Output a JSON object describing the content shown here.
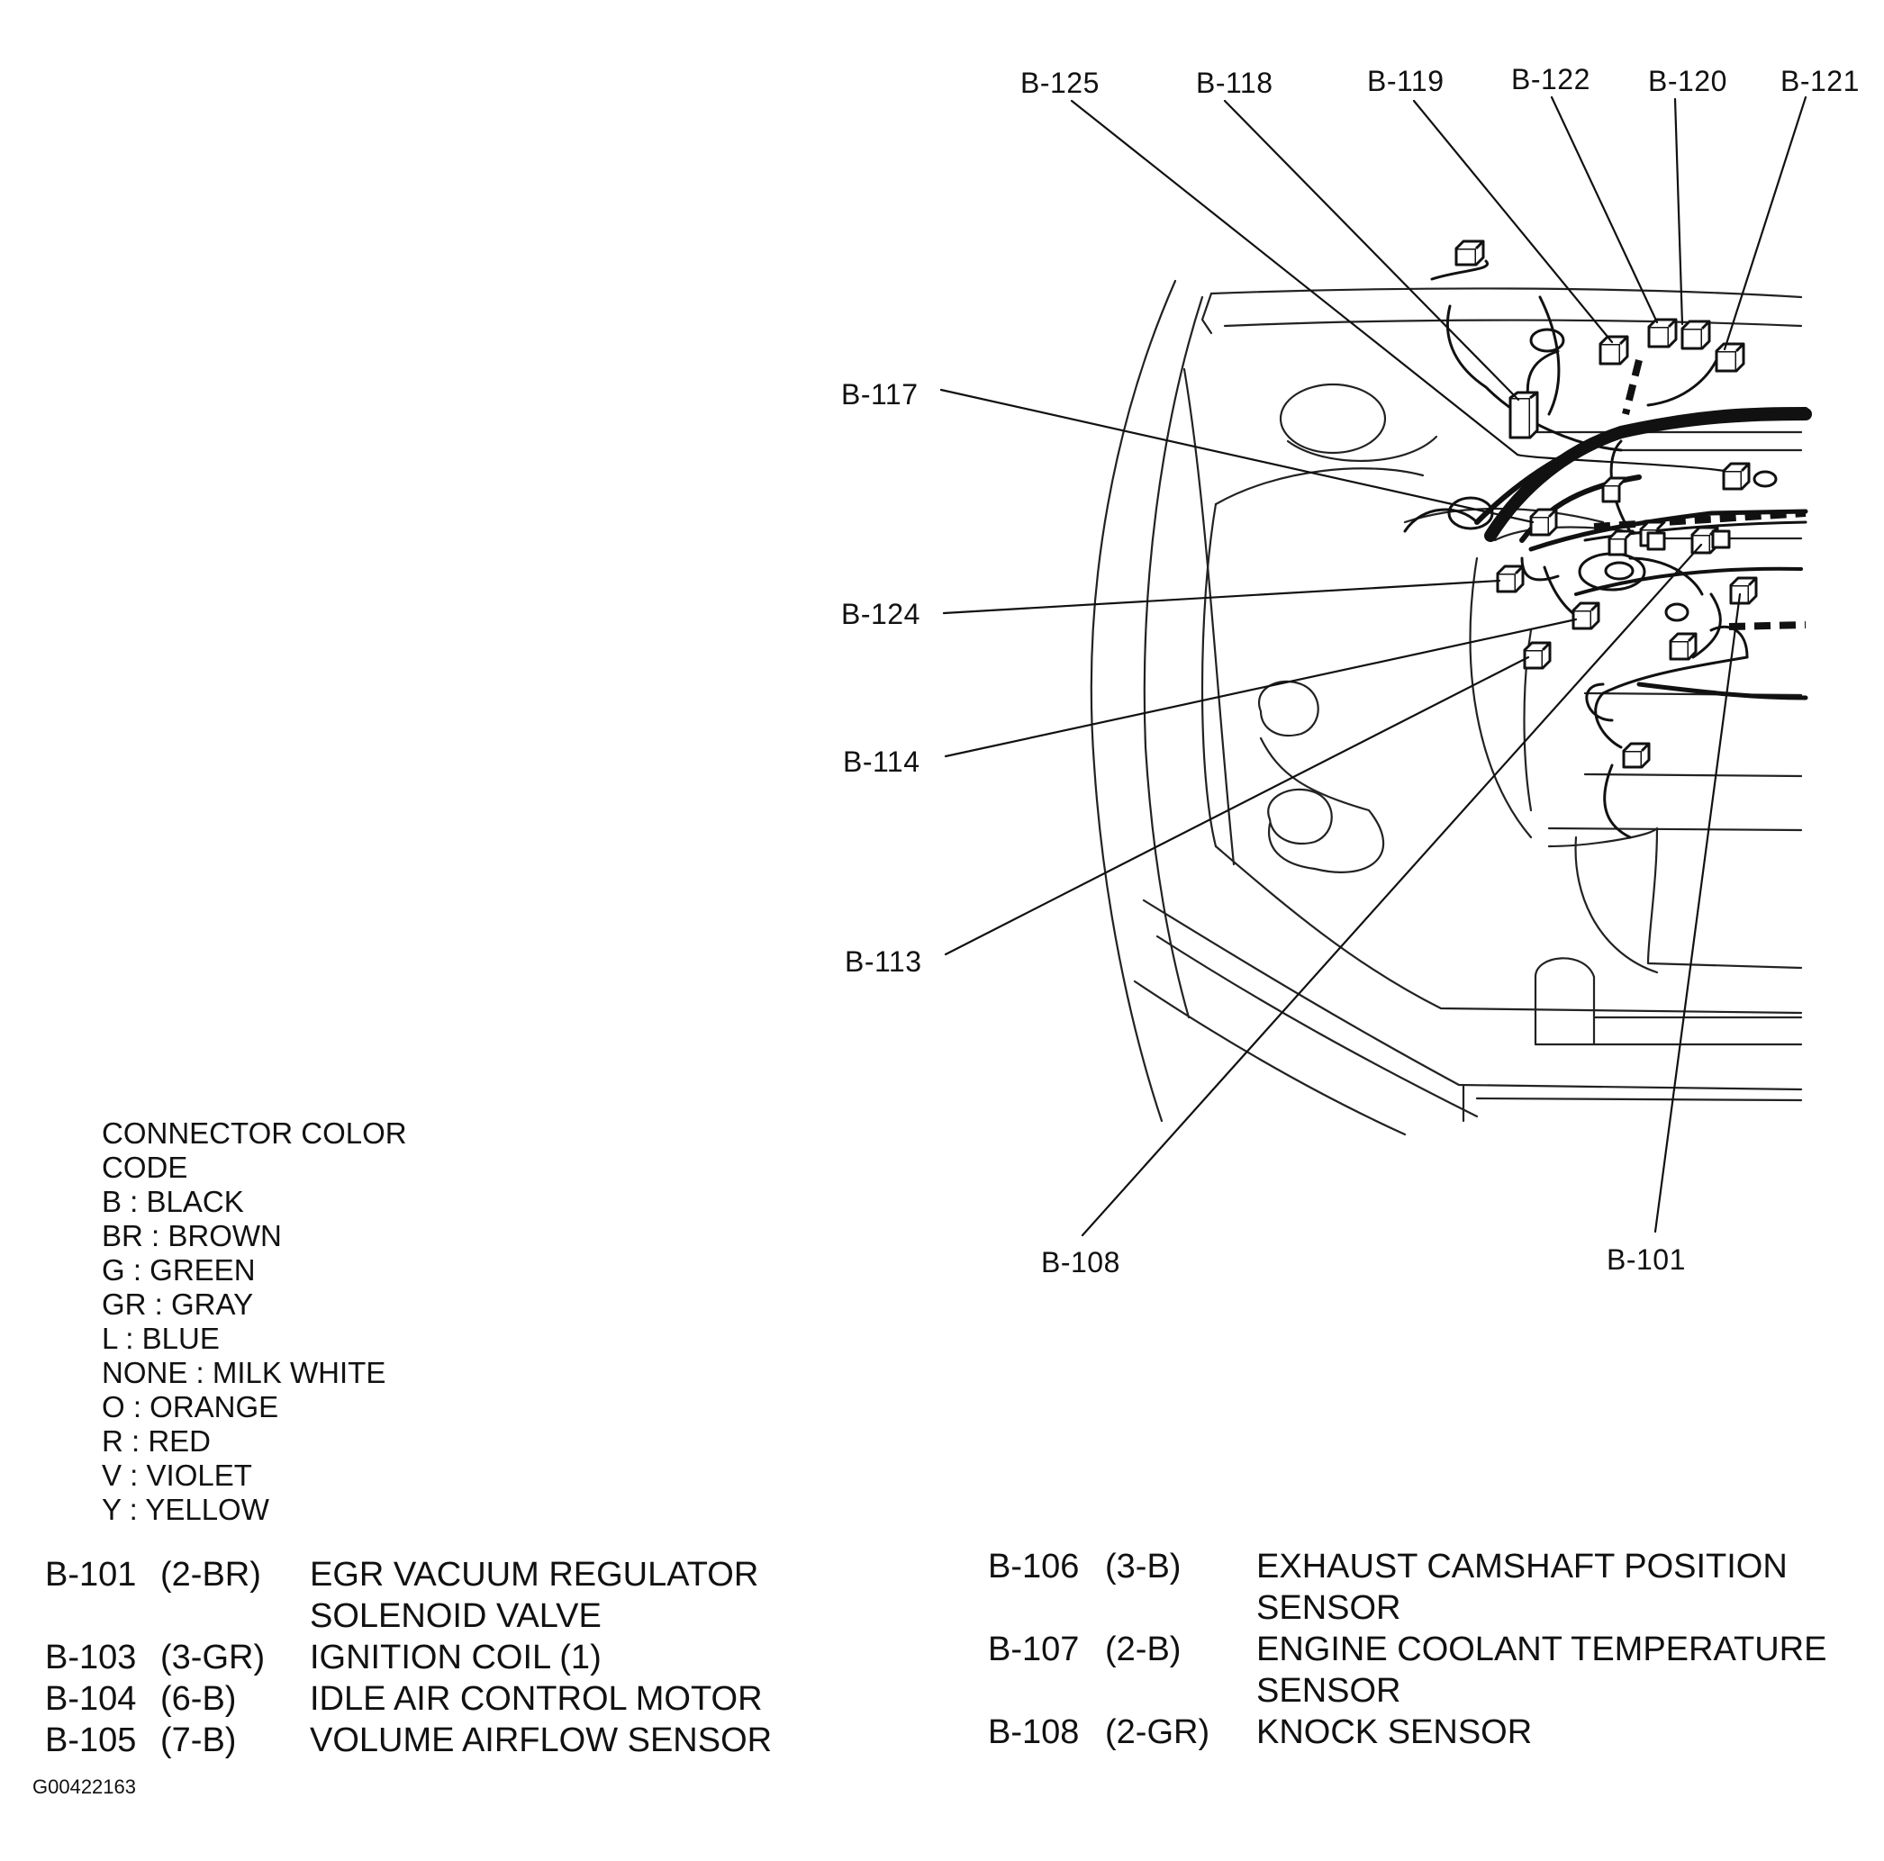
{
  "callouts": {
    "b125": "B-125",
    "b118": "B-118",
    "b119": "B-119",
    "b122": "B-122",
    "b120": "B-120",
    "b121": "B-121",
    "b117": "B-117",
    "b124": "B-124",
    "b114": "B-114",
    "b113": "B-113",
    "b108": "B-108",
    "b101": "B-101"
  },
  "legend": {
    "title_line1": "CONNECTOR COLOR",
    "title_line2": "CODE",
    "items": [
      "B : BLACK",
      "BR : BROWN",
      "G : GREEN",
      "GR : GRAY",
      "L : BLUE",
      "NONE : MILK WHITE",
      "O : ORANGE",
      "R : RED",
      "V : VIOLET",
      "Y : YELLOW"
    ]
  },
  "components_left": [
    {
      "id": "B-101",
      "code": "(2-BR)",
      "desc1": "EGR VACUUM REGULATOR",
      "desc2": "SOLENOID VALVE"
    },
    {
      "id": "B-103",
      "code": "(3-GR)",
      "desc1": "IGNITION COIL (1)",
      "desc2": ""
    },
    {
      "id": "B-104",
      "code": "(6-B)",
      "desc1": "IDLE AIR CONTROL MOTOR",
      "desc2": ""
    },
    {
      "id": "B-105",
      "code": "(7-B)",
      "desc1": "VOLUME AIRFLOW SENSOR",
      "desc2": ""
    }
  ],
  "components_right": [
    {
      "id": "B-106",
      "code": "(3-B)",
      "desc1": "EXHAUST CAMSHAFT POSITION",
      "desc2": "SENSOR"
    },
    {
      "id": "B-107",
      "code": "(2-B)",
      "desc1": "ENGINE COOLANT TEMPERATURE",
      "desc2": "SENSOR"
    },
    {
      "id": "B-108",
      "code": "(2-GR)",
      "desc1": "KNOCK SENSOR",
      "desc2": ""
    }
  ],
  "figure_id": "G00422163"
}
